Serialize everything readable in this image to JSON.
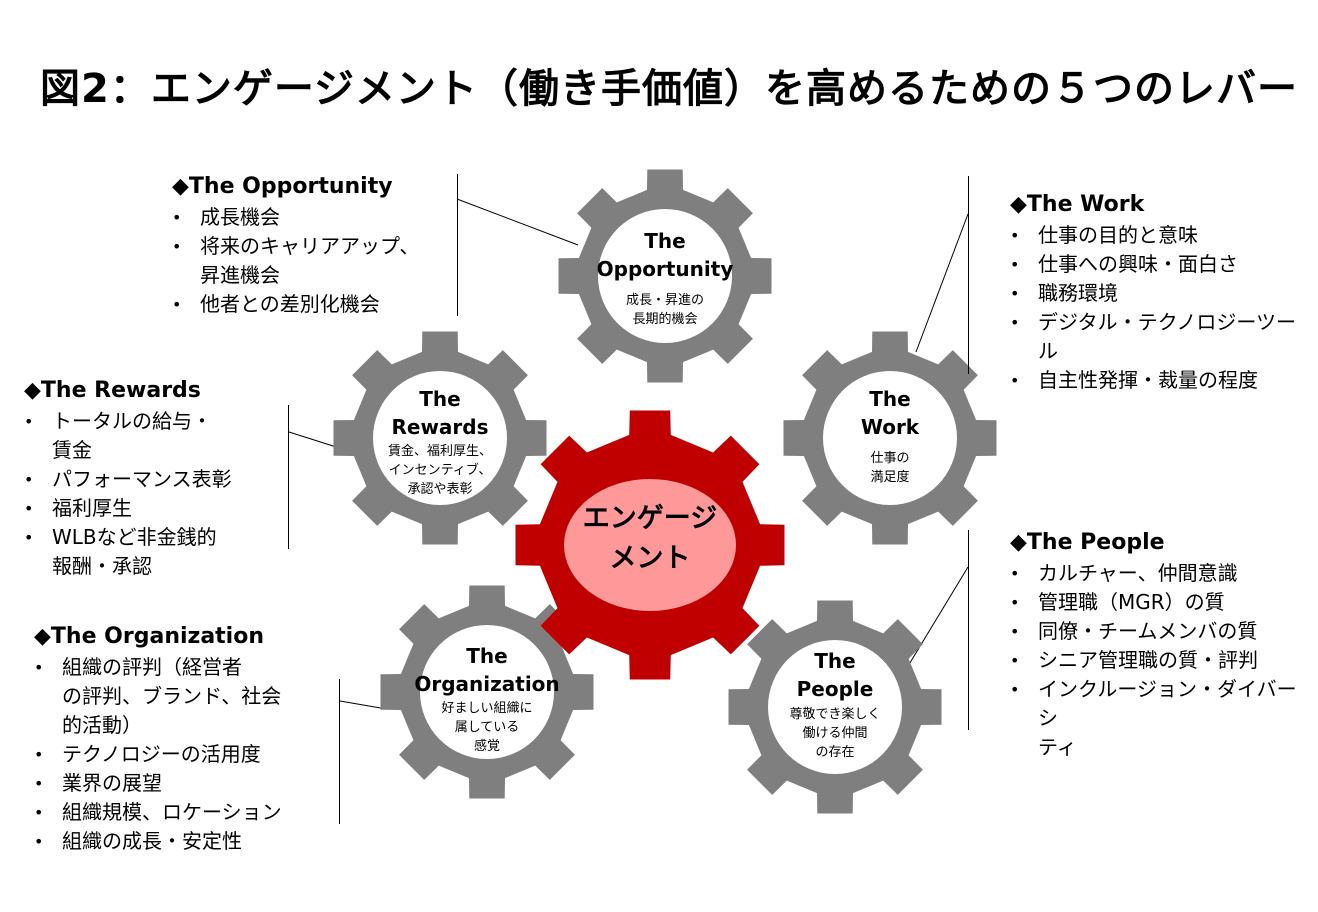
{
  "title": "図2：エンゲージメント（働き手価値）を高めるための５つのレバー",
  "colors": {
    "gear": "#7f7f7f",
    "center_gear": "#c00000",
    "center_hole": "#ff9999"
  },
  "center": {
    "lines": [
      "エンゲージ",
      "メント"
    ]
  },
  "gears": {
    "opportunity": {
      "title": [
        "The",
        "Opportunity"
      ],
      "sub": [
        "成長・昇進の",
        "長期的機会"
      ]
    },
    "rewards": {
      "title": [
        "The",
        "Rewards"
      ],
      "sub": [
        "賃金、福利厚生、",
        "インセンティブ、",
        "承認や表彰"
      ]
    },
    "work": {
      "title": [
        "The",
        "Work"
      ],
      "sub": [
        "仕事の",
        "満足度"
      ]
    },
    "organization": {
      "title": [
        "The",
        "Organization"
      ],
      "sub": [
        "好ましい組織に",
        "属している",
        "感覚"
      ]
    },
    "people": {
      "title": [
        "The",
        "People"
      ],
      "sub": [
        "尊敬でき楽しく",
        "働ける仲間",
        "の存在"
      ]
    }
  },
  "panels": {
    "opportunity": {
      "heading": "◆The Opportunity",
      "items": [
        "成長機会",
        "将来のキャリアアップ、\n昇進機会",
        "他者との差別化機会"
      ]
    },
    "rewards": {
      "heading": "◆The Rewards",
      "items": [
        "トータルの給与・\n賃金",
        "パフォーマンス表彰",
        "福利厚生",
        "WLBなど非金銭的\n報酬・承認"
      ]
    },
    "organization": {
      "heading": "◆The Organization",
      "items": [
        "組織の評判（経営者\nの評判、ブランド、社会\n的活動）",
        "テクノロジーの活用度",
        "業界の展望",
        "組織規模、ロケーション",
        "組織の成長・安定性"
      ]
    },
    "work": {
      "heading": "◆The Work",
      "items": [
        "仕事の目的と意味",
        "仕事への興味・面白さ",
        "職務環境",
        "デジタル・テクノロジーツール",
        "自主性発揮・裁量の程度"
      ]
    },
    "people": {
      "heading": "◆The People",
      "items": [
        "カルチャー、仲間意識",
        "管理職（MGR）の質",
        "同僚・チームメンバの質",
        "シニア管理職の質・評判",
        "インクルージョン・ダイバーシ\nティ"
      ]
    }
  }
}
